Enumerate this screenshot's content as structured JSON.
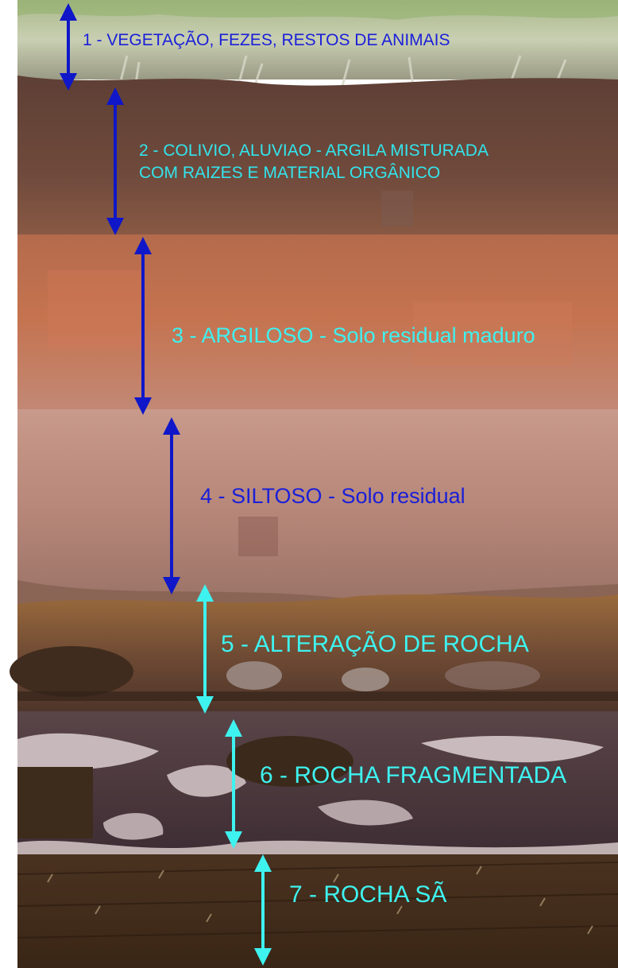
{
  "layers": [
    {
      "id": "1",
      "label": "1 - VEGETAÇÃO, FEZES, RESTOS DE ANIMAIS",
      "arrow_color": "#0f17c8",
      "text_color": "#1a1fd8"
    },
    {
      "id": "2",
      "label": "2 - COLIVIO, ALUVIAO - ARGILA MISTURADA COM RAIZES E MATERIAL ORGÂNICO",
      "arrow_color": "#0f17c8",
      "text_color": "#33e4ec"
    },
    {
      "id": "3",
      "label": "3 - ARGILOSO - Solo residual maduro",
      "arrow_color": "#0f17c8",
      "text_color": "#3ff0f0"
    },
    {
      "id": "4",
      "label": "4 - SILTOSO - Solo residual",
      "arrow_color": "#0f17c8",
      "text_color": "#1a1fd8"
    },
    {
      "id": "5",
      "label": "5 - ALTERAÇÃO DE ROCHA",
      "arrow_color": "#3ef2ef",
      "text_color": "#3ef2ef"
    },
    {
      "id": "6",
      "label": "6 - ROCHA FRAGMENTADA",
      "arrow_color": "#3ef2ef",
      "text_color": "#3ef2ef"
    },
    {
      "id": "7",
      "label": "7 - ROCHA SÃ",
      "arrow_color": "#3ef2ef",
      "text_color": "#3ef2ef"
    }
  ]
}
